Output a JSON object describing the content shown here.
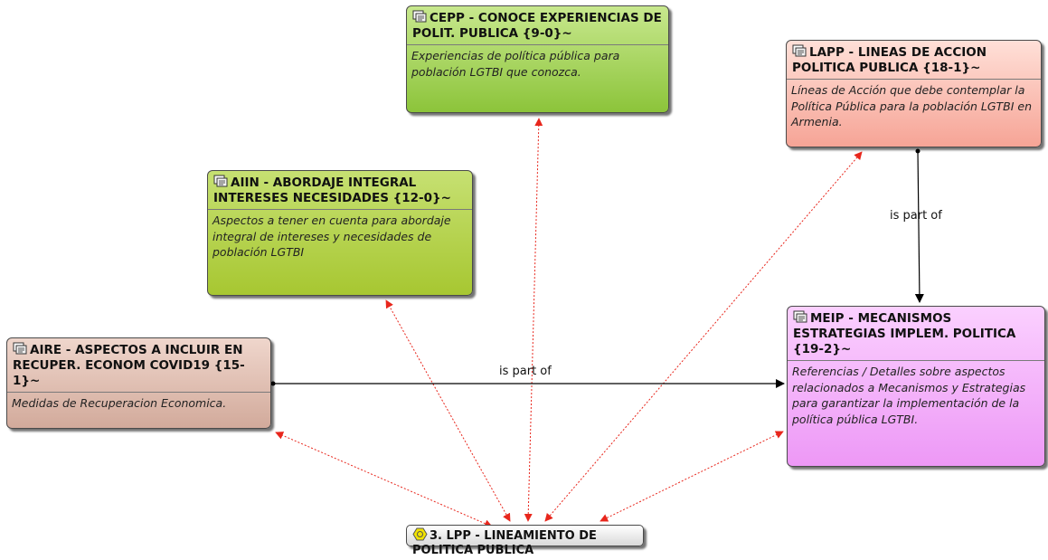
{
  "nodes": {
    "cepp": {
      "title": "CEPP - CONOCE EXPERIENCIAS DE POLIT. PUBLICA {9-0}~",
      "description": "Experiencias de política pública para población LGTBI que conozca."
    },
    "lapp": {
      "title": "LAPP - LINEAS DE ACCION POLITICA PUBLICA {18-1}~",
      "description": "Líneas de Acción que debe contemplar la Política Pública para la población LGTBI en Armenia."
    },
    "aiin": {
      "title": "AIIN - ABORDAJE INTEGRAL INTERESES NECESIDADES {12-0}~",
      "description": "Aspectos a tener en cuenta para abordaje integral de intereses y necesidades de población LGTBI"
    },
    "meip": {
      "title": "MEIP - MECANISMOS ESTRATEGIAS IMPLEM. POLITICA {19-2}~",
      "description": "Referencias / Detalles sobre aspectos relacionados a Mecanismos y Estrategias para garantizar la implementación de la política pública LGTBI."
    },
    "aire": {
      "title": "AIRE - ASPECTOS A INCLUIR EN RECUPER. ECONOM COVID19 {15-1}~",
      "description": "Medidas de Recuperacion Economica."
    },
    "lpp": {
      "title": "3. LPP - LINEAMIENTO DE POLITICA PUBLICA"
    }
  },
  "relations": {
    "lapp_meip": "is part of",
    "aire_meip": "is part of"
  },
  "colors": {
    "association_line": "#e8261c",
    "relation_line": "#000000"
  },
  "icons": {
    "code_node": "code-group-icon",
    "root_node": "code-root-icon"
  }
}
